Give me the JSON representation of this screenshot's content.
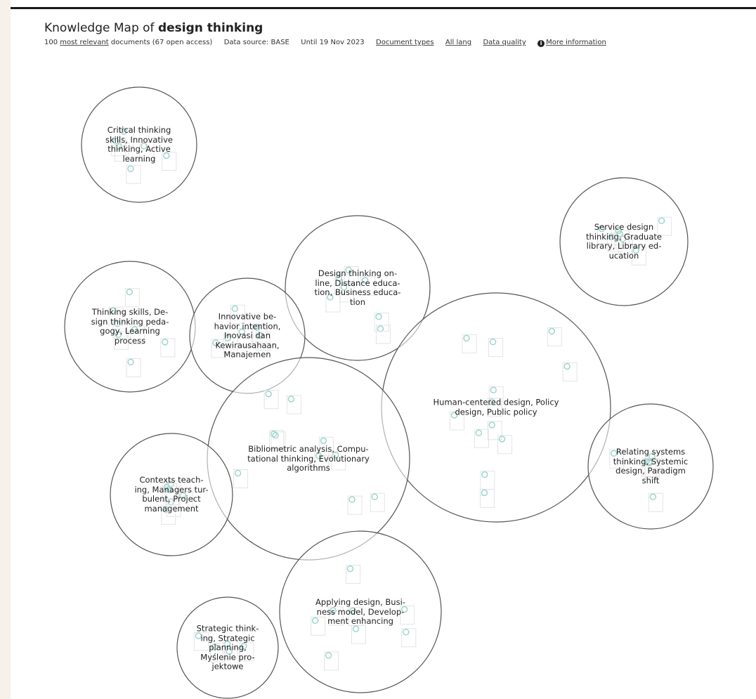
{
  "header": {
    "title_prefix": "Knowledge Map of",
    "title_query": "design thinking",
    "doc_count_prefix": "100",
    "most_relevant_link": "most relevant",
    "doc_count_suffix": "documents (67 open access)",
    "data_source": "Data source: BASE",
    "until": "Until 19 Nov 2023",
    "document_types_link": "Document types",
    "all_lang_link": "All lang",
    "data_quality_link": "Data quality",
    "more_info_icon": "info-circle-icon",
    "more_info_link": "More information"
  },
  "colors": {
    "bubble_stroke": "#555555",
    "paper_icon": "#9fd5cf",
    "background": "#f6f1eb"
  },
  "bubbles": [
    {
      "id": "critical",
      "label": [
        "Critical thinking",
        "skills, Innovative",
        "thinking, Active",
        "learning"
      ]
    },
    {
      "id": "service",
      "label": [
        "Service design",
        "thinking, Graduate",
        "library, Library ed-",
        "ucation"
      ]
    },
    {
      "id": "online",
      "label": [
        "Design thinking on-",
        "line, Distance educa-",
        "tion, Business educa-",
        "tion"
      ]
    },
    {
      "id": "thinking-skills",
      "label": [
        "Thinking skills, De-",
        "sign thinking peda-",
        "gogy, Learning",
        "process"
      ]
    },
    {
      "id": "innovative",
      "label": [
        "Innovative be-",
        "havior intention,",
        "Inovasi dan",
        "Kewirausahaan,",
        "Manajemen"
      ]
    },
    {
      "id": "human-centered",
      "label": [
        "Human-centered design, Policy",
        "design, Public policy"
      ]
    },
    {
      "id": "bibliometric",
      "label": [
        "Bibliometric analysis, Compu-",
        "tational thinking, Evolutionary",
        "algorithms"
      ]
    },
    {
      "id": "relating",
      "label": [
        "Relating systems",
        "thinking, Systemic",
        "design, Paradigm",
        "shift"
      ]
    },
    {
      "id": "contexts",
      "label": [
        "Contexts teach-",
        "ing, Managers tur-",
        "bulent, Project",
        "management"
      ]
    },
    {
      "id": "applying",
      "label": [
        "Applying design, Busi-",
        "ness model, Develop-",
        "ment enhancing"
      ]
    },
    {
      "id": "strategic",
      "label": [
        "Strategic think-",
        "ing, Strategic",
        "planning,",
        "Myślenie pro-",
        "jektowe"
      ]
    }
  ]
}
